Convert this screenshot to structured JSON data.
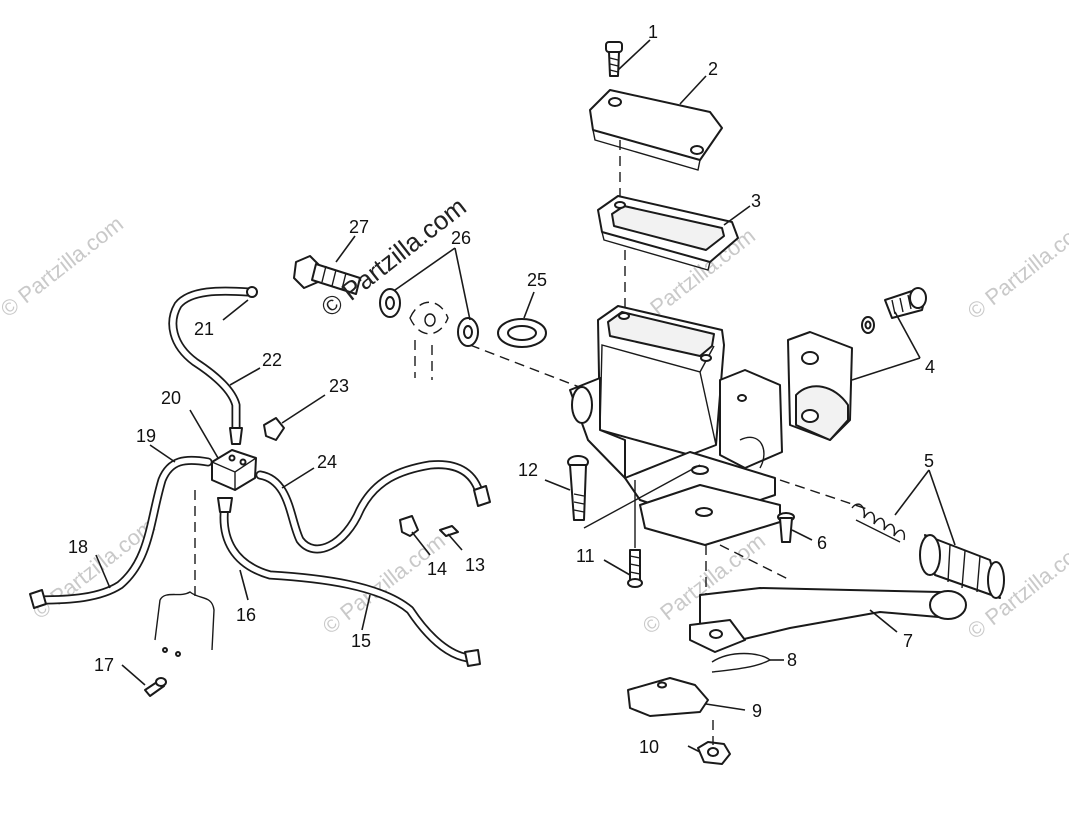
{
  "diagram": {
    "callouts": [
      {
        "id": "1",
        "text": "1"
      },
      {
        "id": "2",
        "text": "2"
      },
      {
        "id": "3",
        "text": "3"
      },
      {
        "id": "4",
        "text": "4"
      },
      {
        "id": "5",
        "text": "5"
      },
      {
        "id": "6",
        "text": "6"
      },
      {
        "id": "7",
        "text": "7"
      },
      {
        "id": "8",
        "text": "8"
      },
      {
        "id": "9",
        "text": "9"
      },
      {
        "id": "10",
        "text": "10"
      },
      {
        "id": "11",
        "text": "11"
      },
      {
        "id": "12",
        "text": "12"
      },
      {
        "id": "13",
        "text": "13"
      },
      {
        "id": "14",
        "text": "14"
      },
      {
        "id": "15",
        "text": "15"
      },
      {
        "id": "16",
        "text": "16"
      },
      {
        "id": "17",
        "text": "17"
      },
      {
        "id": "18",
        "text": "18"
      },
      {
        "id": "19",
        "text": "19"
      },
      {
        "id": "20",
        "text": "20"
      },
      {
        "id": "21",
        "text": "21"
      },
      {
        "id": "22",
        "text": "22"
      },
      {
        "id": "23",
        "text": "23"
      },
      {
        "id": "24",
        "text": "24"
      },
      {
        "id": "25",
        "text": "25"
      },
      {
        "id": "26",
        "text": "26"
      },
      {
        "id": "27",
        "text": "27"
      }
    ]
  },
  "watermark": {
    "text": "© Partzilla.com"
  }
}
